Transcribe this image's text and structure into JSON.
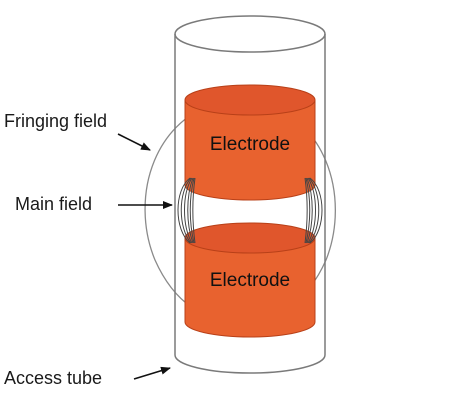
{
  "diagram": {
    "labels": {
      "fringing_field": "Fringing field",
      "main_field": "Main field",
      "access_tube": "Access tube"
    },
    "electrodes": [
      {
        "label": "Electrode"
      },
      {
        "label": "Electrode"
      }
    ],
    "colors": {
      "electrode_top": "#e0562c",
      "electrode_side": "#e8622f",
      "electrode_edge": "#b84018",
      "tube_line": "#7a7a7a",
      "field_line": "#444444",
      "arrow": "#111111"
    }
  }
}
